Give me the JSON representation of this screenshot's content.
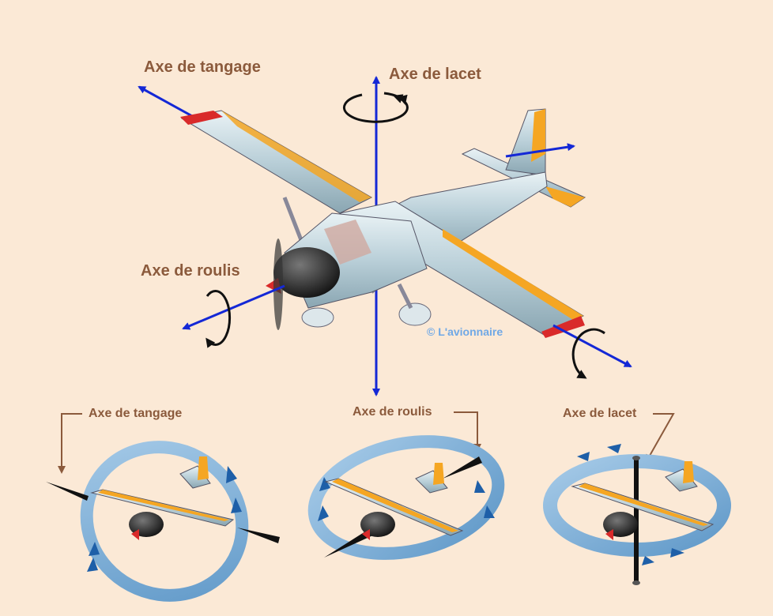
{
  "main": {
    "labels": {
      "pitch": "Axe de tangage",
      "yaw": "Axe de lacet",
      "roll": "Axe de roulis"
    },
    "copyright": "© L'avionnaire"
  },
  "bottom": {
    "panels": [
      {
        "label": "Axe de tangage"
      },
      {
        "label": "Axe de roulis"
      },
      {
        "label": "Axe de lacet"
      }
    ]
  },
  "colors": {
    "background": "#fbe9d6",
    "label": "#8b5a3c",
    "axis": "#1428d6",
    "ring": "#7fb3dd",
    "ring_arrow": "#1e5fa8",
    "fuselage": "#c9dbe2",
    "wing_tip": "#d92a2a",
    "trailing_edge": "#f5a623"
  }
}
